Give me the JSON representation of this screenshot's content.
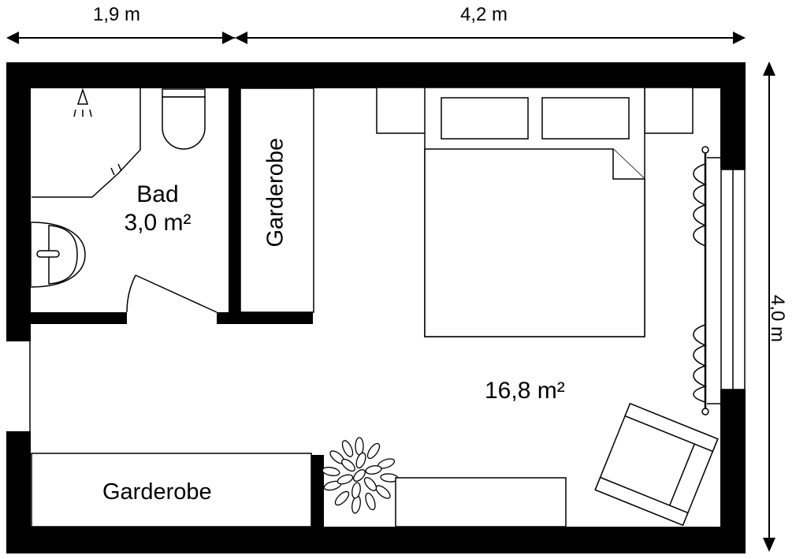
{
  "dimensions": {
    "width_left": "1,9 m",
    "width_right": "4,2 m",
    "height_right": "4,0 m"
  },
  "rooms": {
    "bathroom": {
      "name": "Bad",
      "area": "3,0 m²"
    },
    "bedroom": {
      "area": "16,8 m²"
    }
  },
  "furniture": {
    "wardrobe_vertical": "Garderobe",
    "wardrobe_bottom": "Garderobe"
  },
  "colors": {
    "wall": "#000000",
    "background": "#ffffff",
    "line": "#000000"
  }
}
